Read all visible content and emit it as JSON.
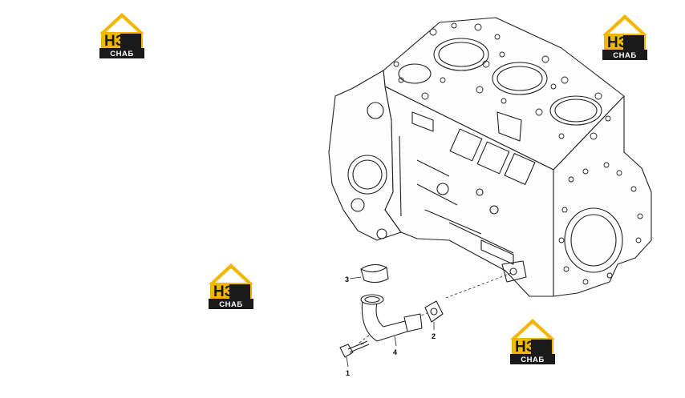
{
  "logo": {
    "main": "НЗ",
    "sub": "СНАБ",
    "accent": "#f2b705",
    "dark": "#1a1a1a"
  },
  "callouts": [
    "1",
    "2",
    "3",
    "4"
  ]
}
